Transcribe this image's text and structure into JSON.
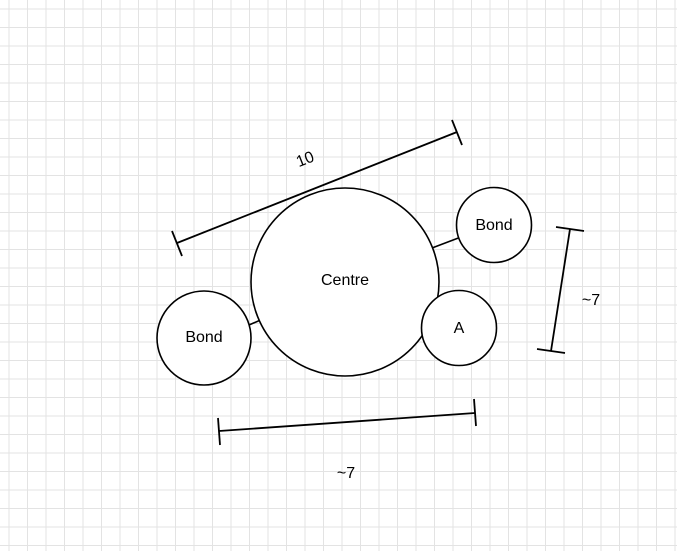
{
  "diagram": {
    "nodes": [
      {
        "id": "centre",
        "label": "Centre"
      },
      {
        "id": "bond-top",
        "label": "Bond"
      },
      {
        "id": "bond-left",
        "label": "Bond"
      },
      {
        "id": "a",
        "label": "A"
      }
    ],
    "dimensions": [
      {
        "id": "top",
        "label": "10"
      },
      {
        "id": "right",
        "label": "~7"
      },
      {
        "id": "bottom",
        "label": "~7"
      }
    ]
  },
  "colors": {
    "stroke": "#000000",
    "background": "#ffffff",
    "grid": "#e3e3e3"
  }
}
